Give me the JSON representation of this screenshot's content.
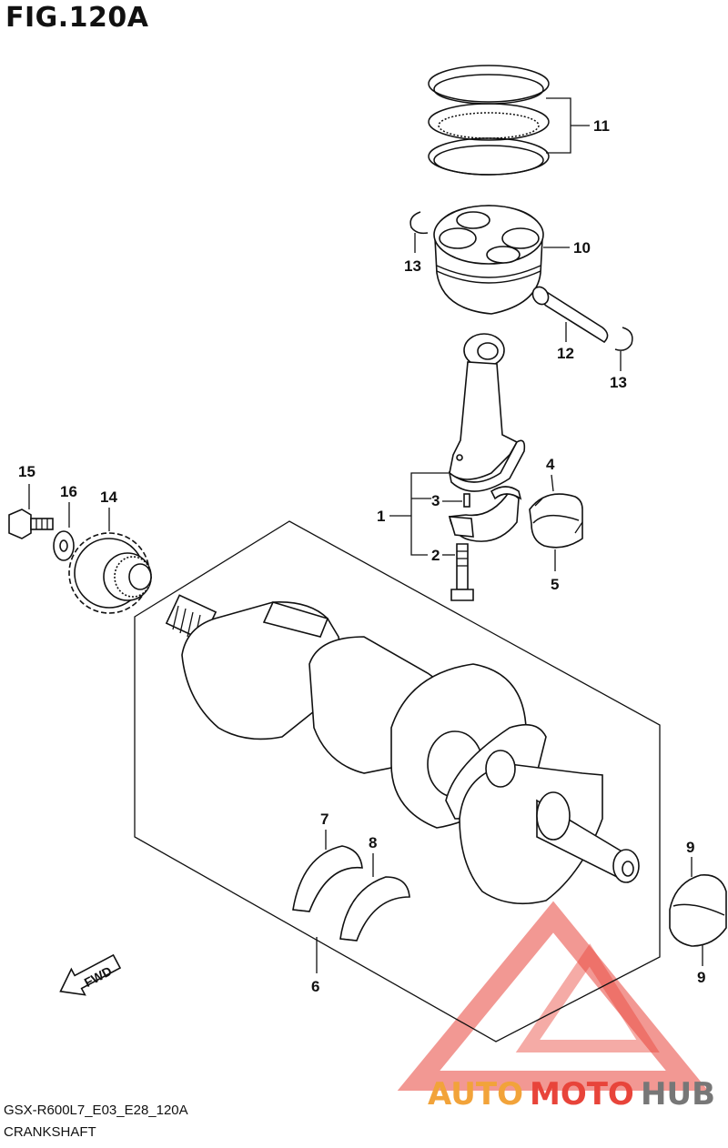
{
  "figure": {
    "title": "FIG.120A"
  },
  "footer": {
    "code": "GSX-R600L7_E03_E28_120A",
    "name": "CRANKSHAFT"
  },
  "fwd_label": "FWD",
  "watermark": {
    "part1": "AUTO",
    "part2": "MOTO",
    "part3": "HUB",
    "color_orange": "#f2a33a",
    "color_red": "#e8443a",
    "color_gray": "#777777"
  },
  "callouts": {
    "c1": "1",
    "c2": "2",
    "c3": "3",
    "c4": "4",
    "c5": "5",
    "c6": "6",
    "c7": "7",
    "c8": "8",
    "c9a": "9",
    "c9b": "9",
    "c10": "10",
    "c11": "11",
    "c12": "12",
    "c13a": "13",
    "c13b": "13",
    "c14": "14",
    "c15": "15",
    "c16": "16"
  },
  "parts": [
    {
      "ref": "1",
      "name": "connecting-rod-set"
    },
    {
      "ref": "2",
      "name": "bolt"
    },
    {
      "ref": "3",
      "name": "pin"
    },
    {
      "ref": "4",
      "name": "bearing-upper"
    },
    {
      "ref": "5",
      "name": "bearing-lower"
    },
    {
      "ref": "6",
      "name": "crankshaft"
    },
    {
      "ref": "7",
      "name": "thrust-bearing"
    },
    {
      "ref": "8",
      "name": "thrust-bearing"
    },
    {
      "ref": "9",
      "name": "main-bearing"
    },
    {
      "ref": "10",
      "name": "piston"
    },
    {
      "ref": "11",
      "name": "piston-ring-set"
    },
    {
      "ref": "12",
      "name": "piston-pin"
    },
    {
      "ref": "13",
      "name": "circlip"
    },
    {
      "ref": "14",
      "name": "sprocket"
    },
    {
      "ref": "15",
      "name": "bolt"
    },
    {
      "ref": "16",
      "name": "washer"
    }
  ]
}
